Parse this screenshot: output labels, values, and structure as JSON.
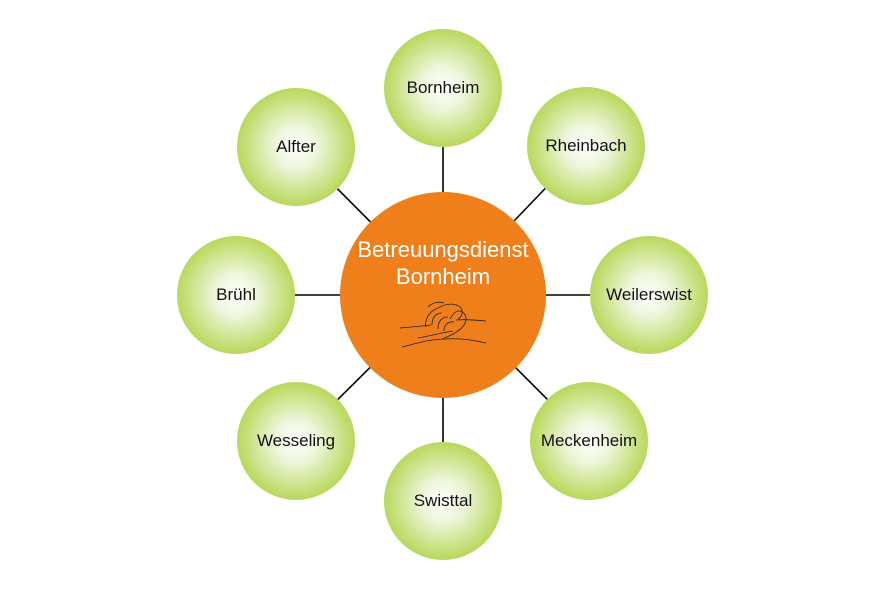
{
  "center": {
    "line1": "Betreuungsdienst",
    "line2": "Bornheim",
    "icon": "handshake-icon",
    "color": "#ee7f1a"
  },
  "nodes": [
    {
      "label": "Bornheim"
    },
    {
      "label": "Rheinbach"
    },
    {
      "label": "Weilerswist"
    },
    {
      "label": "Meckenheim"
    },
    {
      "label": "Swisttal"
    },
    {
      "label": "Wesseling"
    },
    {
      "label": "Brühl"
    },
    {
      "label": "Alfter"
    }
  ],
  "colors": {
    "node_edge": "#8fc31f",
    "connector": "#000000"
  }
}
